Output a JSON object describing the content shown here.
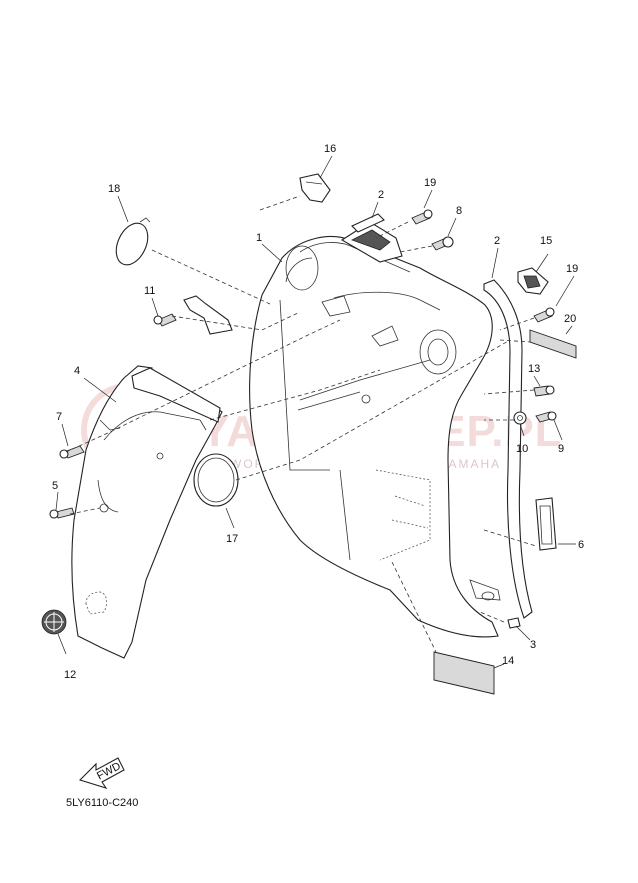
{
  "watermark": {
    "main": "YAMA-SKLEP.PL",
    "sub": "WOROKOWSKI.CZ | BIERNY YAMAHA"
  },
  "diagram_code": "5LY6110-C240",
  "fwd_label": "FWD",
  "callouts": [
    {
      "id": "1",
      "part": "front-panel"
    },
    {
      "id": "2",
      "part": "seal-strip-upper"
    },
    {
      "id": "2",
      "part": "seal-strip-side"
    },
    {
      "id": "3",
      "part": "small-clip"
    },
    {
      "id": "4",
      "part": "inner-cover"
    },
    {
      "id": "5",
      "part": "screw"
    },
    {
      "id": "6",
      "part": "plate"
    },
    {
      "id": "7",
      "part": "screw"
    },
    {
      "id": "8",
      "part": "screw"
    },
    {
      "id": "9",
      "part": "screw"
    },
    {
      "id": "10",
      "part": "nut"
    },
    {
      "id": "11",
      "part": "bracket"
    },
    {
      "id": "12",
      "part": "emblem"
    },
    {
      "id": "13",
      "part": "bolt"
    },
    {
      "id": "14",
      "part": "label"
    },
    {
      "id": "15",
      "part": "holder"
    },
    {
      "id": "16",
      "part": "holder"
    },
    {
      "id": "17",
      "part": "cap"
    },
    {
      "id": "18",
      "part": "cap"
    },
    {
      "id": "19",
      "part": "screw"
    },
    {
      "id": "19",
      "part": "screw"
    },
    {
      "id": "20",
      "part": "label"
    }
  ],
  "colors": {
    "line": "#222222",
    "watermark": "#e6b1b1"
  }
}
